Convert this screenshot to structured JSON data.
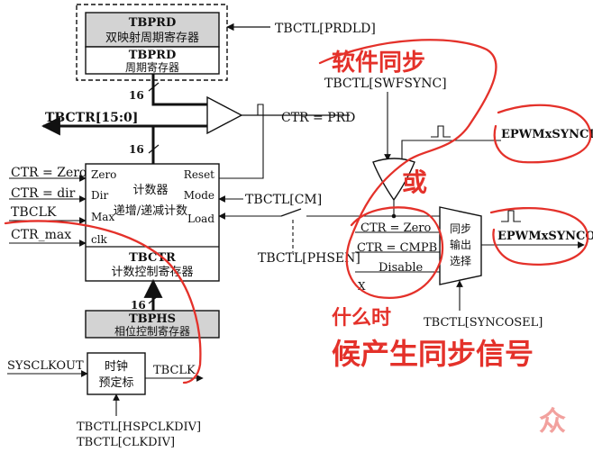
{
  "blocks": {
    "tbprd_shadow": {
      "title": "TBPRD",
      "subtitle": "双映射周期寄存器"
    },
    "tbprd": {
      "title": "TBPRD",
      "subtitle": "周期寄存器"
    },
    "counter": {
      "center_line1": "计数器",
      "center_line2": "递增/递减计数",
      "inputs": [
        "Zero",
        "Dir",
        "Max",
        "clk"
      ],
      "outputs": [
        "Reset",
        "Mode",
        "Load"
      ],
      "bottom_title": "TBCTR",
      "bottom_subtitle": "计数控制寄存器"
    },
    "tbphs": {
      "title": "TBPHS",
      "subtitle": "相位控制寄存器"
    },
    "prescaler": {
      "line1": "时钟",
      "line2": "预定标"
    },
    "sync_mux": {
      "options": [
        "CTR = Zero",
        "CTR = CMPB",
        "Disable"
      ],
      "label_line1": "同步",
      "label_line2": "输出",
      "label_line3": "选择"
    }
  },
  "signals": {
    "prdld": "TBCTL[PRDLD]",
    "swfsync": "TBCTL[SWFSYNC]",
    "tbctr_bus": "TBCTR[15:0]",
    "ctr_prd": "CTR = PRD",
    "bus_width_1": "16",
    "bus_width_2": "16",
    "bus_width_3": "16",
    "ctr_zero": "CTR = Zero",
    "ctr_dir": "CTR = dir",
    "tbclk_in": "TBCLK",
    "ctr_max": "CTR_max",
    "cm": "TBCTL[CM]",
    "phsen": "TBCTL[PHSEN]",
    "syncin": "EPWMxSYNCI",
    "syncout": "EPWMxSYNCO",
    "syncosel": "TBCTL[SYNCOSEL]",
    "x_mark": "X",
    "sysclkout": "SYSCLKOUT",
    "tbclk_out": "TBCLK",
    "hspclkdiv": "TBCTL[HSPCLKDIV]",
    "clkdiv": "TBCTL[CLKDIV]"
  },
  "annotations": {
    "software_sync": "软件同步",
    "or_gate": "或",
    "when_line1": "什么时",
    "when_line2": "候产生同步信号",
    "corner": "众"
  },
  "colors": {
    "ink": "#111111",
    "annotation_red": "#e4312a",
    "background": "#ffffff"
  }
}
